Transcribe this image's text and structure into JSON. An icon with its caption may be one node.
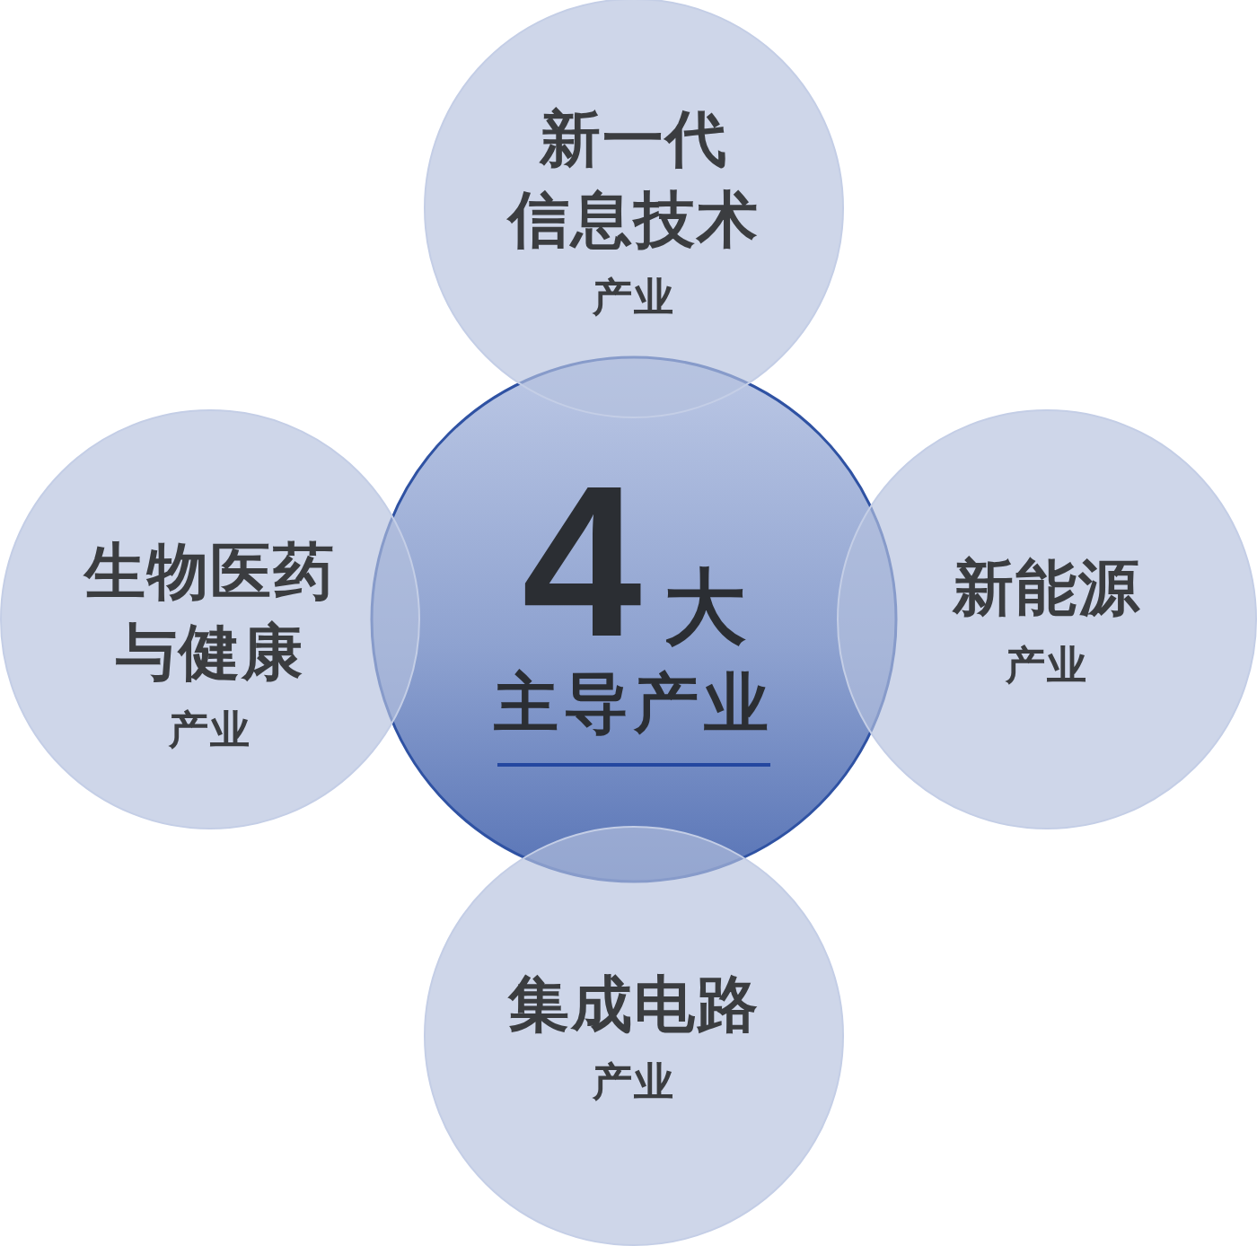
{
  "diagram": {
    "nodes": [
      {
        "text": [
          "新一代信息技术",
          "产业"
        ]
      },
      {
        "text": [
          "生物医药与健康",
          "产业"
        ]
      },
      {
        "text": [
          "4",
          "大",
          "主导产业"
        ]
      },
      {
        "text": [
          "新能源",
          "产业"
        ]
      },
      {
        "text": [
          "集成电路",
          "产业"
        ]
      }
    ]
  }
}
